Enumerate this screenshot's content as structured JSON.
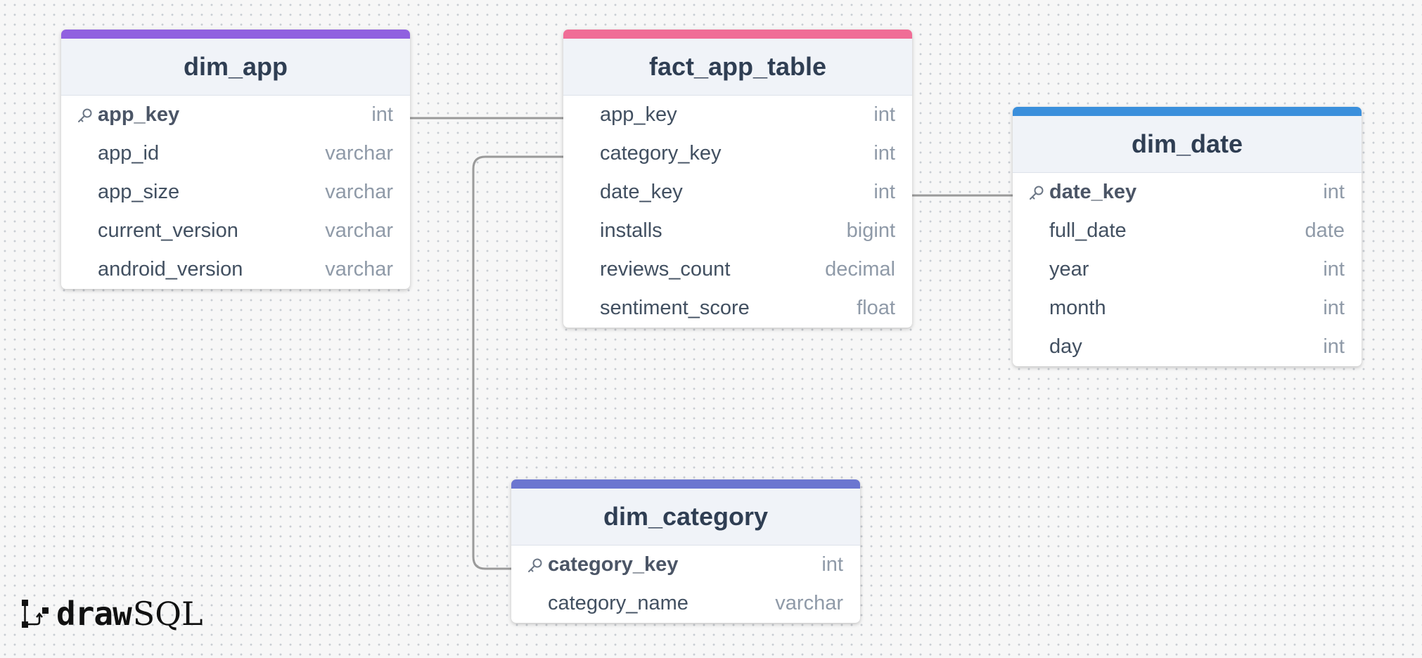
{
  "tables": {
    "dim_app": {
      "name": "dim_app",
      "accent": "#9061e0",
      "columns": [
        {
          "name": "app_key",
          "type": "int",
          "pk": true
        },
        {
          "name": "app_id",
          "type": "varchar"
        },
        {
          "name": "app_size",
          "type": "varchar"
        },
        {
          "name": "current_version",
          "type": "varchar"
        },
        {
          "name": "android_version",
          "type": "varchar"
        }
      ]
    },
    "fact_app_table": {
      "name": "fact_app_table",
      "accent": "#f06d96",
      "columns": [
        {
          "name": "app_key",
          "type": "int"
        },
        {
          "name": "category_key",
          "type": "int"
        },
        {
          "name": "date_key",
          "type": "int"
        },
        {
          "name": "installs",
          "type": "bigint"
        },
        {
          "name": "reviews_count",
          "type": "decimal"
        },
        {
          "name": "sentiment_score",
          "type": "float"
        }
      ]
    },
    "dim_date": {
      "name": "dim_date",
      "accent": "#3a8fdc",
      "columns": [
        {
          "name": "date_key",
          "type": "int",
          "pk": true
        },
        {
          "name": "full_date",
          "type": "date"
        },
        {
          "name": "year",
          "type": "int"
        },
        {
          "name": "month",
          "type": "int"
        },
        {
          "name": "day",
          "type": "int"
        }
      ]
    },
    "dim_category": {
      "name": "dim_category",
      "accent": "#6b76d0",
      "columns": [
        {
          "name": "category_key",
          "type": "int",
          "pk": true
        },
        {
          "name": "category_name",
          "type": "varchar"
        }
      ]
    }
  },
  "relations": [
    {
      "from_table": "fact_app_table",
      "from_column": "app_key",
      "to_table": "dim_app",
      "to_column": "app_key"
    },
    {
      "from_table": "fact_app_table",
      "from_column": "category_key",
      "to_table": "dim_category",
      "to_column": "category_key"
    },
    {
      "from_table": "fact_app_table",
      "from_column": "date_key",
      "to_table": "dim_date",
      "to_column": "date_key"
    }
  ],
  "colors": {
    "connector": "#9a9a9a"
  },
  "icons": {
    "primary_key": "key-icon"
  },
  "logo": {
    "brand_bold": "draw",
    "brand_light": "SQL",
    "icon": "drawsql-logo-icon"
  }
}
